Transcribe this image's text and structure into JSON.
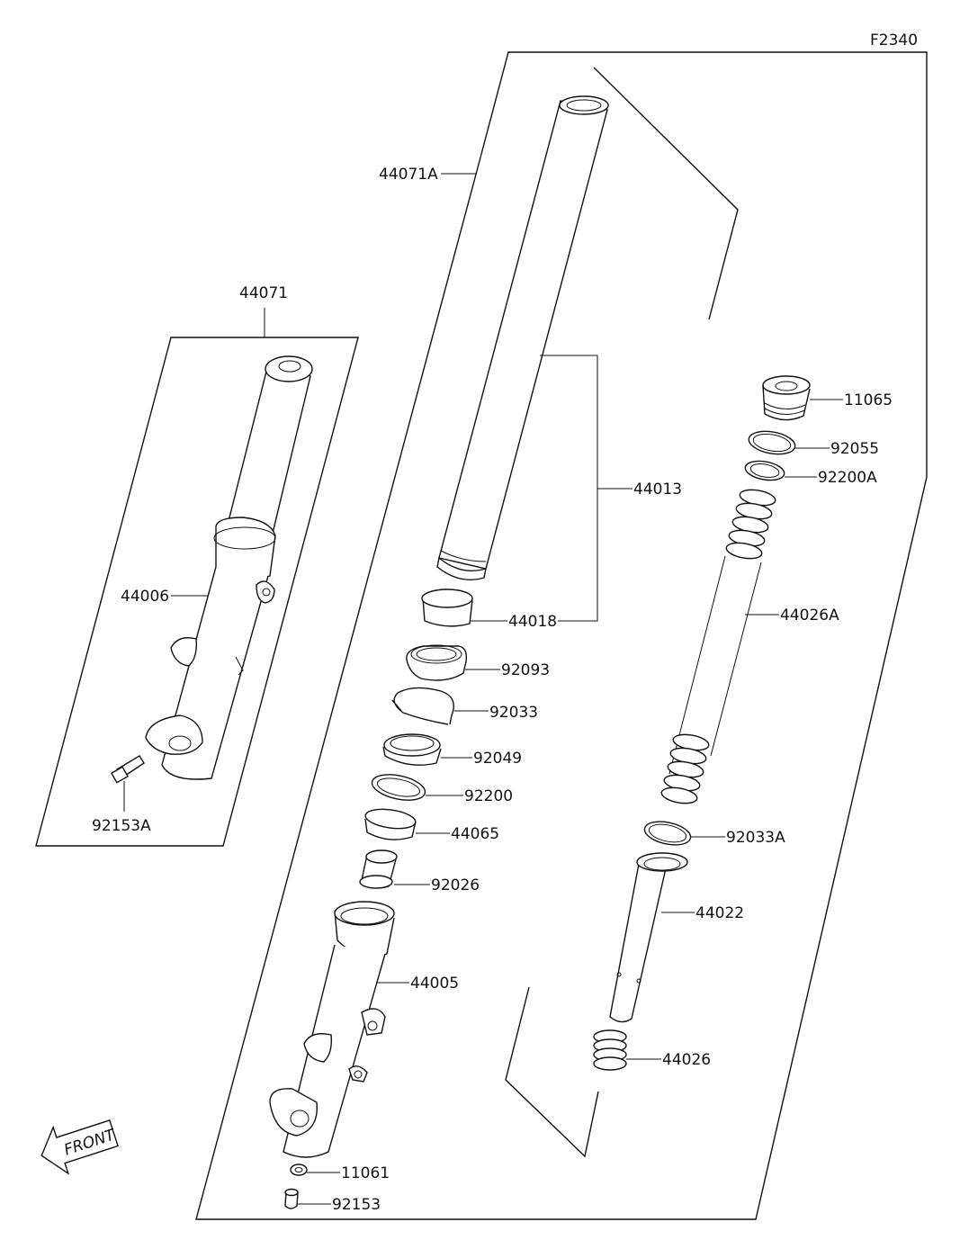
{
  "figure_code": "F2340",
  "front_label": "FRONT",
  "parts": {
    "p44071": "44071",
    "p44071A": "44071A",
    "p44006": "44006",
    "p92153A": "92153A",
    "p44013": "44013",
    "p44018": "44018",
    "p92093": "92093",
    "p92033": "92033",
    "p92049": "92049",
    "p92200": "92200",
    "p44065": "44065",
    "p92026": "92026",
    "p44005": "44005",
    "p11061": "11061",
    "p92153": "92153",
    "p11065": "11065",
    "p92055": "92055",
    "p92200A": "92200A",
    "p44026A": "44026A",
    "p92033A": "92033A",
    "p44022": "44022",
    "p44026": "44026"
  }
}
